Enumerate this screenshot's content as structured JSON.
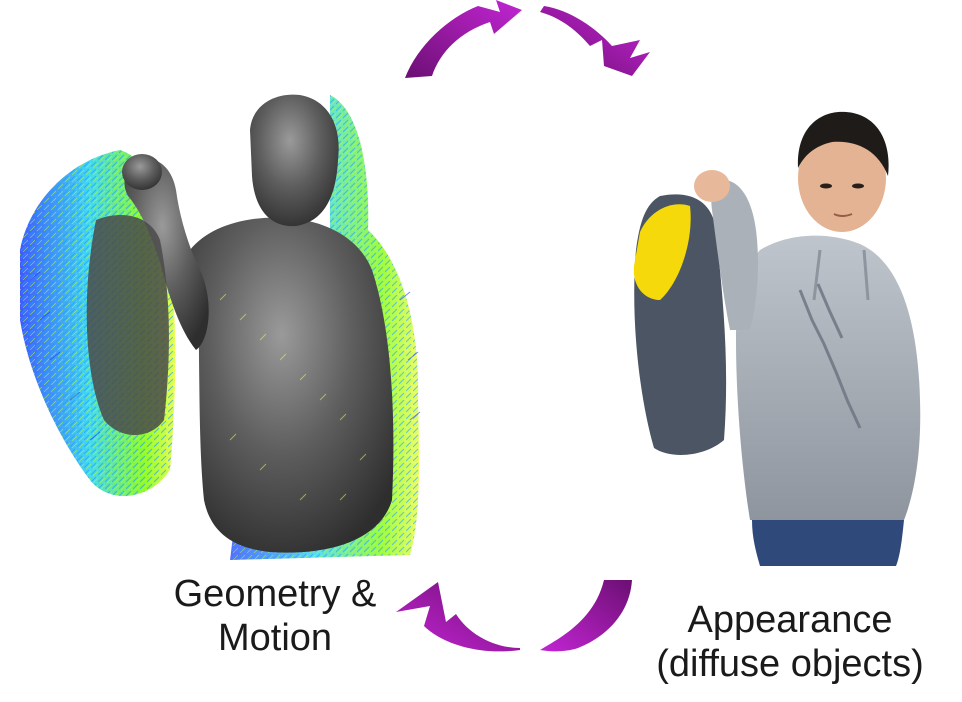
{
  "nodes": {
    "geometry": {
      "line1": "Geometry &",
      "line2": "Motion"
    },
    "appearance": {
      "line1": "Appearance",
      "line2": "(diffuse objects)"
    }
  },
  "colors": {
    "arrow": "#a21cae",
    "arrow_dark": "#6b0f73",
    "mesh": "#5a5a5a",
    "flow_low": "#1e3cff",
    "flow_mid": "#22d3ee",
    "flow_high": "#eaff3a",
    "hoodie": "#a9b0b8",
    "jacket": "#4b5563",
    "jacket_lining": "#f5d90a"
  },
  "icons": {
    "cycle_top_left": "curved-arrow-icon",
    "cycle_top_right": "curved-arrow-icon",
    "cycle_bottom_right": "curved-arrow-icon",
    "cycle_bottom_left": "curved-arrow-icon"
  }
}
